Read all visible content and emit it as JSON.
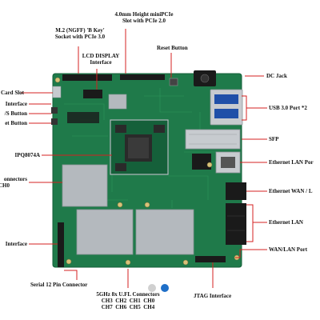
{
  "colors": {
    "pcb": "#1f7a4a",
    "pcb_dark": "#15603a",
    "trace": "#2d9a5e",
    "leader": "#d42020",
    "shield": "#b4b9be",
    "shield_edge": "#8d9398",
    "chip": "#2a2a2a",
    "label": "#111111",
    "port_metal": "#c7cbcf",
    "blue_port": "#1f4fa8",
    "black_conn": "#1a1a1a",
    "dot_grey": "#d0d0d0",
    "dot_blue": "#1f6fc8"
  },
  "labels": {
    "m2": {
      "lines": [
        "M.2 (NGFF) 'B Key'",
        "Socket with PCIe 3.0"
      ]
    },
    "minipcie": {
      "lines": [
        "4.0mm Height miniPCIe",
        "Slot with PCIe 2.0"
      ]
    },
    "lcd": {
      "lines": [
        "LCD DISPLAY",
        "Interface"
      ]
    },
    "reset": {
      "lines": [
        "Reset Button"
      ]
    },
    "dcjack": {
      "lines": [
        "DC Jack"
      ]
    },
    "card_slot": {
      "lines": [
        "Card Slot"
      ]
    },
    "interface_top": {
      "lines": [
        "Interface"
      ]
    },
    "wps": {
      "lines": [
        "/S Button"
      ]
    },
    "et_button": {
      "lines": [
        "et Button"
      ]
    },
    "usb3": {
      "lines": [
        "USB 3.0 Port *2"
      ]
    },
    "sfp": {
      "lines": [
        "SFP"
      ]
    },
    "ipq": {
      "lines": [
        "IPQ8074A"
      ]
    },
    "eth_lan_top": {
      "lines": [
        "Ethernet LAN Por"
      ]
    },
    "connectors_ch0": {
      "lines": [
        "onnectors",
        "CH0"
      ]
    },
    "eth_wan": {
      "lines": [
        "Ethernet WAN / L"
      ]
    },
    "eth_lan_mid": {
      "lines": [
        "Ethernet LAN"
      ]
    },
    "interface_left": {
      "lines": [
        "Interface"
      ]
    },
    "wan_lan": {
      "lines": [
        "WAN/LAN Port"
      ]
    },
    "serial": {
      "lines": [
        "Serial 12 Pin Connector"
      ]
    },
    "ufl": {
      "lines": [
        "5GHz 8x U.FL Connectors",
        "CH3  CH2  CH1  CH0",
        "CH7  CH6  CH5  CH4"
      ]
    },
    "jtag": {
      "lines": [
        "JTAG Interface"
      ]
    }
  }
}
